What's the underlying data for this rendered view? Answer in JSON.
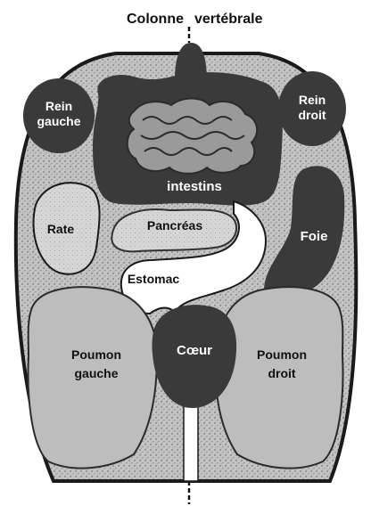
{
  "title": "Colonne vertébrale",
  "labels": {
    "rein_gauche": [
      "Rein",
      "gauche"
    ],
    "rein_droit": [
      "Rein",
      "droit"
    ],
    "intestins": "intestins",
    "rate": "Rate",
    "pancreas": "Pancréas",
    "foie": "Foie",
    "estomac": "Estomac",
    "coeur": "Cœur",
    "poumon_gauche": [
      "Poumon",
      "gauche"
    ],
    "poumon_droit": [
      "Poumon",
      "droit"
    ]
  },
  "colors": {
    "body_fill": "#bdbdbd",
    "body_outline": "#1a1a1a",
    "dark_organ": "#3a3a3a",
    "light_organ": "#cfcfcf",
    "intestine_fill": "#9a9a9a",
    "white_organ": "#ffffff"
  }
}
